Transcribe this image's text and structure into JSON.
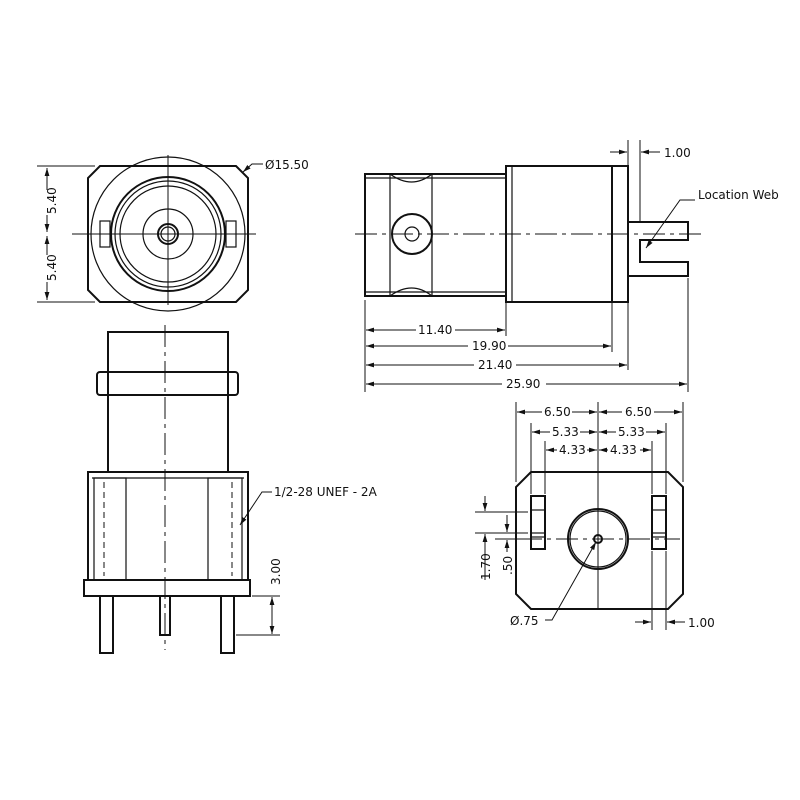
{
  "labels": {
    "front_dia": "Ø15.50",
    "front_upper": "5.40",
    "front_lower": "5.40",
    "side_1": "1.00",
    "location_web": "Location Web",
    "side_11_40": "11.40",
    "side_19_90": "19.90",
    "side_21_40": "21.40",
    "side_25_90": "25.90",
    "thread": "1/2-28 UNEF - 2A",
    "pin_len": "3.00",
    "b_650_l": "6.50",
    "b_650_r": "6.50",
    "b_533_l": "5.33",
    "b_533_r": "5.33",
    "b_433_l": "4.33",
    "b_433_r": "4.33",
    "b_170": "1.70",
    "b_050": ".50",
    "b_dia": "Ø.75",
    "b_100": "1.00"
  }
}
